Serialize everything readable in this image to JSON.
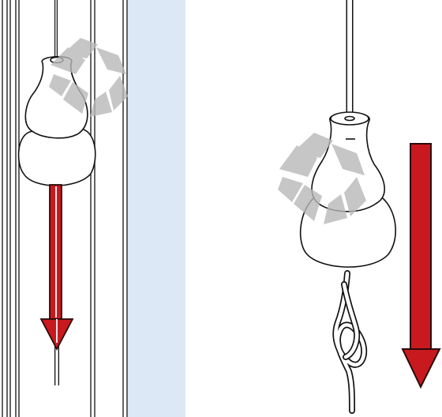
{
  "illustration": {
    "panels": [
      {
        "id": "left",
        "step": "pull-cord-down-through-handle"
      },
      {
        "id": "right",
        "step": "knot-cord-under-handle"
      }
    ],
    "colors": {
      "arrow": "#c8191e",
      "arrow_outline": "#2a0a0a",
      "window_glass": "#dde8f6",
      "watermark": "#b8b8b8",
      "line": "#111111",
      "background": "#ffffff"
    },
    "icons": [
      "arrow-down-icon",
      "watermark-logo-icon"
    ]
  }
}
